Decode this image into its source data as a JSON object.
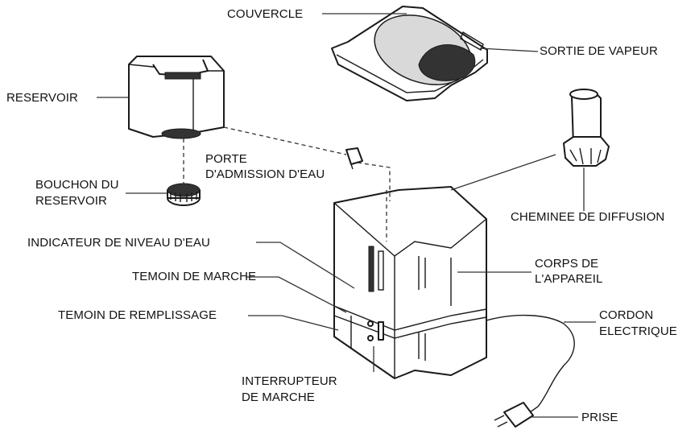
{
  "labels": {
    "couvercle": "COUVERCLE",
    "sortie_vapeur": "SORTIE DE VAPEUR",
    "reservoir": "RESERVOIR",
    "porte_line1": "PORTE",
    "porte_line2": "D'ADMISSION D'EAU",
    "bouchon_line1": "BOUCHON DU",
    "bouchon_line2": "RESERVOIR",
    "cheminee": "CHEMINEE DE DIFFUSION",
    "indicateur": "INDICATEUR DE NIVEAU D'EAU",
    "temoin_marche": "TEMOIN DE MARCHE",
    "corps_line1": "CORPS DE",
    "corps_line2": "L'APPAREIL",
    "temoin_remplissage": "TEMOIN DE REMPLISSAGE",
    "cordon_line1": "CORDON",
    "cordon_line2": "ELECTRIQUE",
    "interrupteur_line1": "INTERRUPTEUR",
    "interrupteur_line2": "DE MARCHE",
    "prise": "PRISE"
  }
}
